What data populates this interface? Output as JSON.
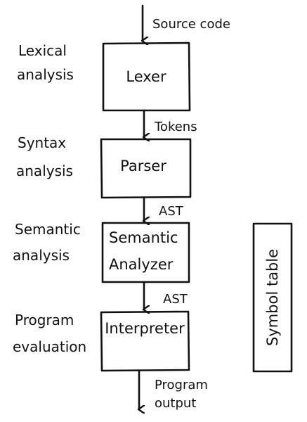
{
  "diagram": {
    "edges": {
      "input": "Source code",
      "lexer_to_parser": "Tokens",
      "parser_to_semantic": "AST",
      "semantic_to_interpreter": "AST",
      "output_line1": "Program",
      "output_line2": "output"
    },
    "boxes": {
      "lexer": [
        "Lexer"
      ],
      "parser": [
        "Parser"
      ],
      "semantic": [
        "Semantic",
        "Analyzer"
      ],
      "interpreter": [
        "Interpreter"
      ],
      "symbol_table": "Symbol table"
    },
    "stages": {
      "lexical": [
        "Lexical",
        "analysis"
      ],
      "syntax": [
        "Syntax",
        "analysis"
      ],
      "semantic": [
        "Semantic",
        "analysis"
      ],
      "evaluation": [
        "Program",
        "evaluation"
      ]
    }
  }
}
